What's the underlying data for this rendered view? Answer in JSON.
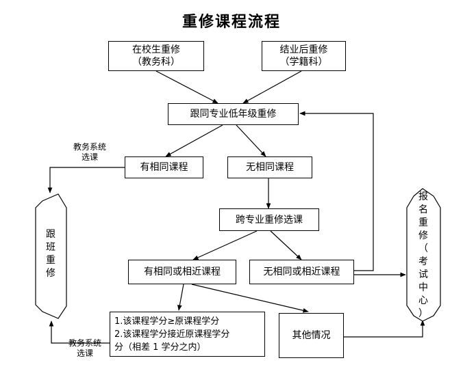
{
  "title": "重修课程流程",
  "boxes": {
    "in_school": [
      "在校生重修",
      "（教务科）"
    ],
    "graduate": [
      "结业后重修",
      "（学籍科）"
    ],
    "low_grade": "跟同专业低年级重修",
    "has_same": "有相同课程",
    "no_same": "无相同课程",
    "cross_major": "跨专业重修选课",
    "has_similar": "有相同或相近课程",
    "no_similar": "无相同或相近课程",
    "conditions": [
      "1.该课程学分≥原课程学分",
      "2.该课程学分接近原课程学分",
      "分（相差 1 学分之内）"
    ],
    "other": "其他情况"
  },
  "hexagons": {
    "follow_class": [
      "跟",
      "班",
      "重",
      "修"
    ],
    "exam_center": [
      "报",
      "名",
      "重",
      "修",
      "（",
      "考",
      "试",
      "中",
      "心",
      "）"
    ]
  },
  "labels": {
    "top": [
      "教务系统",
      "选课"
    ],
    "bottom": [
      "教务系统",
      "选课"
    ]
  }
}
